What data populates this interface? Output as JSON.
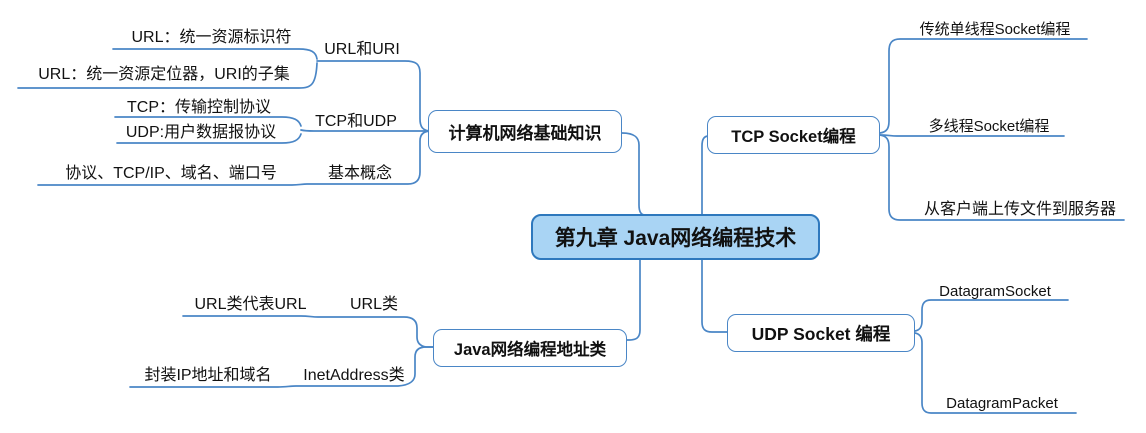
{
  "colors": {
    "line": "#4a86c6",
    "root_fill": "#a9d4f4",
    "root_border": "#2e78bd",
    "text": "#111111",
    "background": "#ffffff"
  },
  "map": {
    "root": {
      "label": "第九章 Java网络编程技术"
    },
    "left_top": {
      "label": "计算机网络基础知识",
      "children": [
        {
          "label": "URL和URI",
          "children": [
            {
              "label": "URL：统一资源标识符"
            },
            {
              "label": "URL：统一资源定位器，URI的子集"
            }
          ]
        },
        {
          "label": "TCP和UDP",
          "children": [
            {
              "label": "TCP：传输控制协议"
            },
            {
              "label": "UDP:用户数据报协议"
            }
          ]
        },
        {
          "label": "基本概念",
          "children": [
            {
              "label": "协议、TCP/IP、域名、端口号"
            }
          ]
        }
      ]
    },
    "left_bottom": {
      "label": "Java网络编程地址类",
      "children": [
        {
          "label": "URL类",
          "children": [
            {
              "label": "URL类代表URL"
            }
          ]
        },
        {
          "label": "InetAddress类",
          "children": [
            {
              "label": "封装IP地址和域名"
            }
          ]
        }
      ]
    },
    "right_top": {
      "label": "TCP Socket编程",
      "children": [
        {
          "label": "传统单线程Socket编程"
        },
        {
          "label": "多线程Socket编程"
        },
        {
          "label": "从客户端上传文件到服务器"
        }
      ]
    },
    "right_bottom": {
      "label": "UDP Socket 编程",
      "children": [
        {
          "label": "DatagramSocket"
        },
        {
          "label": "DatagramPacket"
        }
      ]
    }
  }
}
